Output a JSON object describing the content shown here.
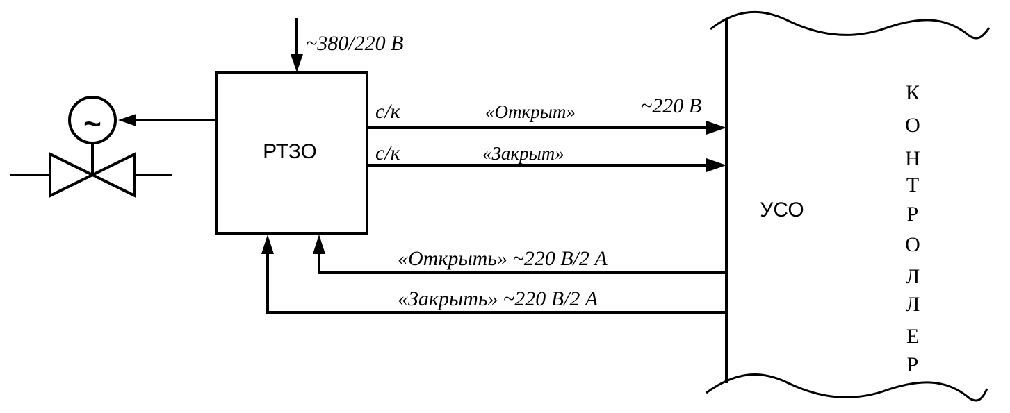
{
  "diagram": {
    "supply_label": "~380/220 В",
    "block_label": "РТЗО",
    "contact_1": "с/к",
    "contact_2": "с/к",
    "signal_opened": "«Открыт»",
    "signal_closed": "«Закрыт»",
    "signal_voltage": "~220 В",
    "cmd_open": "«Открыть» ~220 В/2 А",
    "cmd_close": "«Закрыть» ~220 В/2 А",
    "uso_label": "УСО",
    "controller_letters": [
      "К",
      "О",
      "Н",
      "Т",
      "Р",
      "О",
      "Л",
      "Л",
      "Е",
      "Р"
    ],
    "motor_symbol": "~"
  },
  "colors": {
    "line": "#000000",
    "background": "#ffffff"
  }
}
